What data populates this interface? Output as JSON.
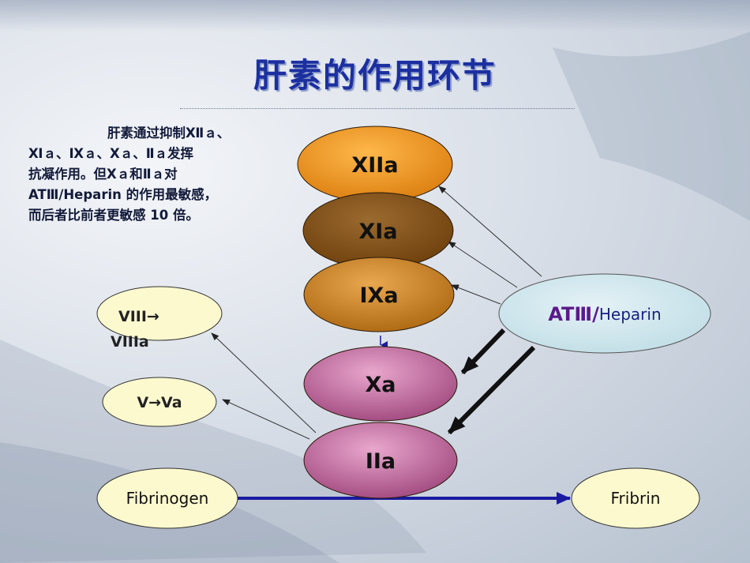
{
  "title": "肝素的作用环节",
  "description": {
    "line1": "肝素通过抑制Ⅻａ、",
    "line2": "Ⅺａ、Ⅸａ、Ⅹａ、Ⅱａ发挥",
    "line3": "抗凝作用。但Ⅹａ和Ⅱａ对",
    "line4": "ATⅢ/Heparin 的作用最敏感，",
    "line5": "而后者比前者更敏感 10 倍。"
  },
  "factors": {
    "xiia": "XIIa",
    "xia": "XIa",
    "ixa": "IXa",
    "xa": "Xa",
    "iia": "IIa"
  },
  "side_nodes": {
    "viii_a": "VIII→",
    "viii_b": "VIIIa",
    "v": "V→Va"
  },
  "inhibitor": {
    "part1": "ATⅢ/",
    "part2": "Heparin"
  },
  "fibrinogen": "Fibrinogen",
  "fibrin": "Fribrin",
  "colors": {
    "title": "#1c2fa0",
    "xiia": "#e38a10",
    "xia": "#7a4a10",
    "ixa": "#c8801a",
    "xa_iia": "#b0588e",
    "fib_nodes": "#fdf9cf",
    "inhibitor": "#cfe6ee",
    "arrow_blue": "#1a1aa0"
  }
}
